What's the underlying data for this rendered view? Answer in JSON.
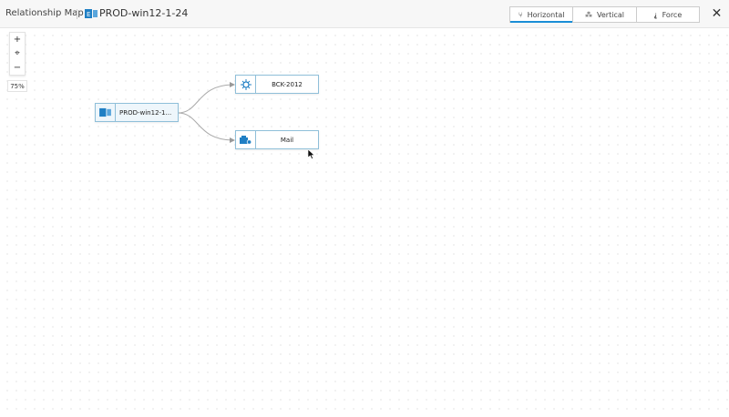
{
  "header": {
    "title": "Relationship Map",
    "entity_name": "PROD-win12-1-24"
  },
  "layouts": [
    {
      "label": "Horizontal",
      "active": true
    },
    {
      "label": "Vertical",
      "active": false
    },
    {
      "label": "Force",
      "active": false
    }
  ],
  "zoom": {
    "level": "75%",
    "zoom_in": "+",
    "zoom_out": "−"
  },
  "nodes": [
    {
      "label": "PROD-win12-1...",
      "icon": "exchange-server-icon"
    },
    {
      "label": "BCK-2012",
      "icon": "backup-icon"
    },
    {
      "label": "Mail",
      "icon": "mail-server-icon"
    }
  ],
  "colors": {
    "accent": "#1a8ed6",
    "node_border": "#8fbfd9",
    "icon": "#1f7fc4"
  }
}
